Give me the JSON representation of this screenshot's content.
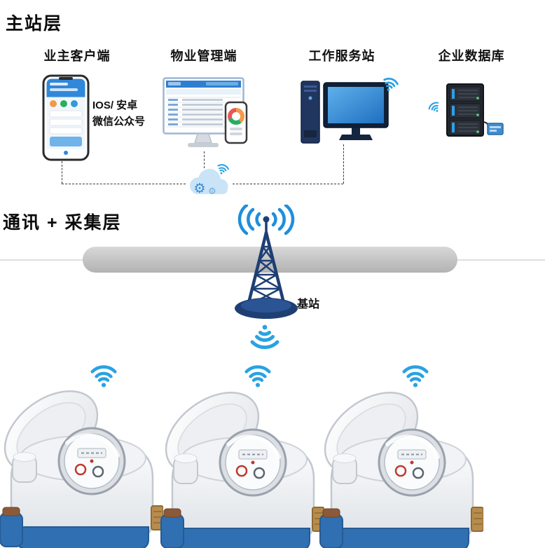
{
  "layers": {
    "master": {
      "title": "主站层"
    },
    "comm": {
      "title": "通讯 + 采集层"
    }
  },
  "columns": [
    {
      "label": "业主客户端",
      "note_line1": "IOS/ 安卓",
      "note_line2": "微信公众号"
    },
    {
      "label": "物业管理端"
    },
    {
      "label": "工作服务站"
    },
    {
      "label": "企业数据库"
    }
  ],
  "base_station_label": "基站",
  "icons": {
    "gear_glyph": "⚙",
    "wifi": "wifi-signal-arcs",
    "cloud": "cloud-with-gears",
    "tower": "radio-mast-base-station",
    "smartphone": "smartphone-app",
    "monitor": "desktop-monitor-dashboard",
    "workstation": "pc-tower-with-monitor",
    "server": "server-rack",
    "water_meter": "smart-water-meter"
  },
  "colors": {
    "wifi_blue": "#2aa2e2",
    "accent_blue": "#2f7fd0",
    "tower_navy": "#1e3f74",
    "bus_bar_gray": "#c6c6c6",
    "meter_blue": "#2f6fb2",
    "text": "#111111"
  }
}
